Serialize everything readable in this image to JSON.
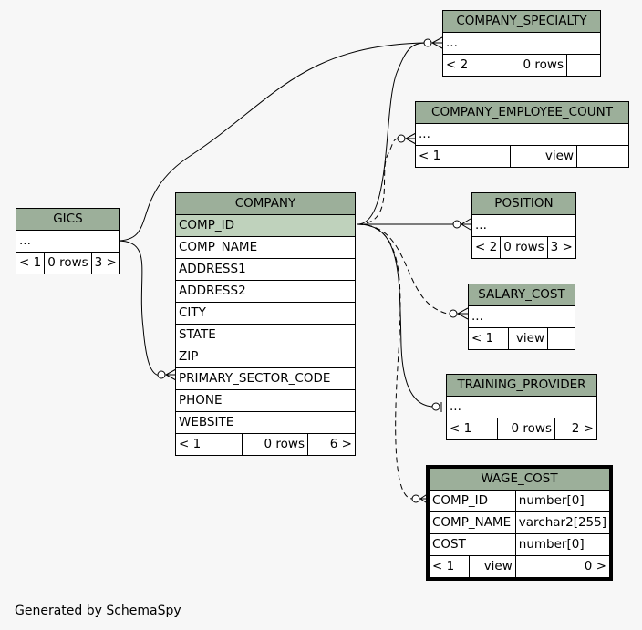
{
  "footer": "Generated by SchemaSpy",
  "tables": {
    "company_specialty": {
      "name": "COMPANY_SPECIALTY",
      "rows": [
        "..."
      ],
      "stats": [
        "< 2",
        "0 rows",
        ""
      ]
    },
    "company_employee_count": {
      "name": "COMPANY_EMPLOYEE_COUNT",
      "rows": [
        "..."
      ],
      "stats": [
        "< 1",
        "view",
        ""
      ]
    },
    "gics": {
      "name": "GICS",
      "rows": [
        "..."
      ],
      "stats": [
        "< 1",
        "0 rows",
        "3 >"
      ]
    },
    "company": {
      "name": "COMPANY",
      "columns": [
        "COMP_ID",
        "COMP_NAME",
        "ADDRESS1",
        "ADDRESS2",
        "CITY",
        "STATE",
        "ZIP",
        "PRIMARY_SECTOR_CODE",
        "PHONE",
        "WEBSITE"
      ],
      "stats": [
        "< 1",
        "0 rows",
        "6 >"
      ]
    },
    "position": {
      "name": "POSITION",
      "rows": [
        "..."
      ],
      "stats": [
        "< 2",
        "0 rows",
        "3 >"
      ]
    },
    "salary_cost": {
      "name": "SALARY_COST",
      "rows": [
        "..."
      ],
      "stats": [
        "< 1",
        "view",
        ""
      ]
    },
    "training_provider": {
      "name": "TRAINING_PROVIDER",
      "rows": [
        "..."
      ],
      "stats": [
        "< 1",
        "0 rows",
        "2 >"
      ]
    },
    "wage_cost": {
      "name": "WAGE_COST",
      "columns": [
        [
          "COMP_ID",
          "number[0]"
        ],
        [
          "COMP_NAME",
          "varchar2[255]"
        ],
        [
          "COST",
          "number[0]"
        ]
      ],
      "stats": [
        "< 1",
        "view",
        "0 >"
      ]
    }
  }
}
